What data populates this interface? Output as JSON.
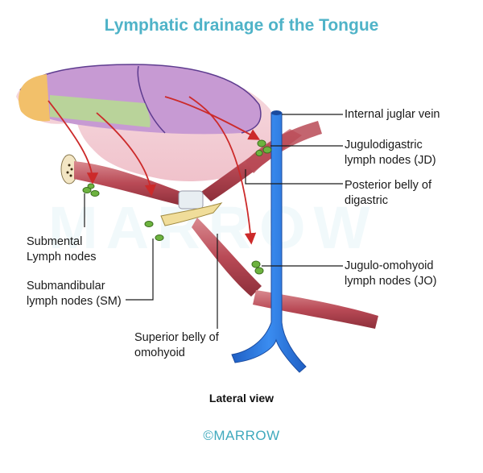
{
  "title": "Lymphatic drainage of the Tongue",
  "labels": {
    "internal_jugular": "Internal juglar vein",
    "jd_line1": "Jugulodigastric",
    "jd_line2": "lymph nodes (JD)",
    "post_digastric_line1": "Posterior belly of",
    "post_digastric_line2": "digastric",
    "submental_line1": "Submental",
    "submental_line2": "Lymph nodes",
    "submandibular_line1": "Submandibular",
    "submandibular_line2": "lymph nodes (SM)",
    "jo_line1": "Jugulo-omohyoid",
    "jo_line2": "lymph nodes (JO)",
    "sup_omohyoid_line1": "Superior belly of",
    "sup_omohyoid_line2": "omohyoid"
  },
  "caption": "Lateral view",
  "credit": "©MARROW",
  "watermark": "MARROW",
  "colors": {
    "title": "#4fb3c8",
    "vein": "#2f7fe0",
    "muscle": "#b84a55",
    "node": "#6db33f",
    "arrow": "#cc2a2a",
    "tongue_tip": "#f2c06a",
    "tongue_purple": "#c79ad3",
    "tongue_green": "#b9d39a"
  }
}
